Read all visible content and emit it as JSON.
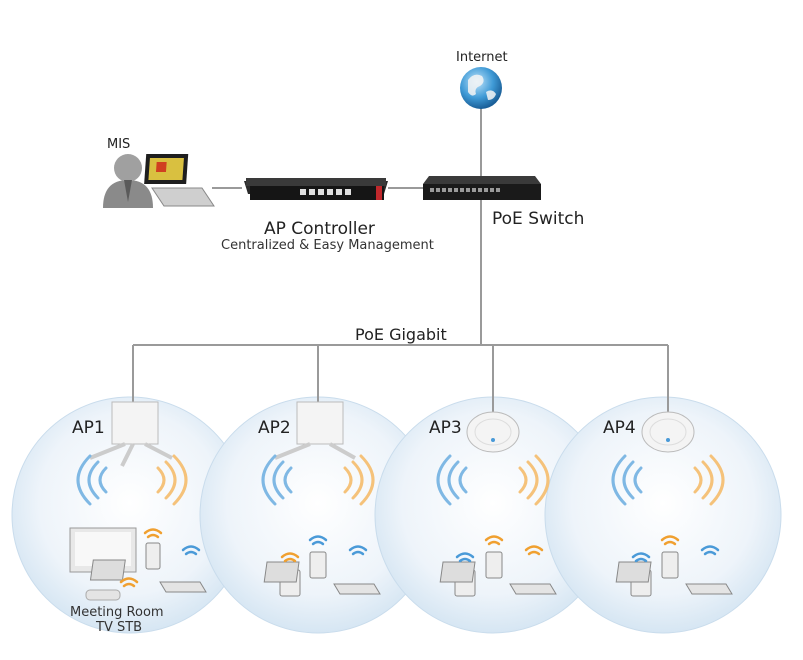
{
  "labels": {
    "internet": "Internet",
    "mis": "MIS",
    "ap_controller": "AP Controller",
    "ap_controller_sub": "Centralized & Easy Management",
    "poe_switch": "PoE Switch",
    "poe_gigabit": "PoE Gigabit",
    "meeting_room": "Meeting Room",
    "tv_stb": "TV STB"
  },
  "access_points": [
    {
      "label": "AP1",
      "type": "wall-mount with antennas"
    },
    {
      "label": "AP2",
      "type": "wall-mount with antennas"
    },
    {
      "label": "AP3",
      "type": "ceiling-mount"
    },
    {
      "label": "AP4",
      "type": "ceiling-mount"
    }
  ],
  "colors": {
    "line": "#9a9a9a",
    "wifi_blue": "#4a9ad8",
    "wifi_orange": "#f0a030",
    "coverage": "#e2eef8",
    "device_dark": "#1a1a1a",
    "accent_red": "#c0282c"
  },
  "icons": [
    "globe-icon",
    "user-icon",
    "laptop-icon",
    "controller-icon",
    "switch-icon",
    "access-point-icon",
    "tv-icon",
    "phone-icon",
    "tablet-icon",
    "wifi-icon"
  ]
}
